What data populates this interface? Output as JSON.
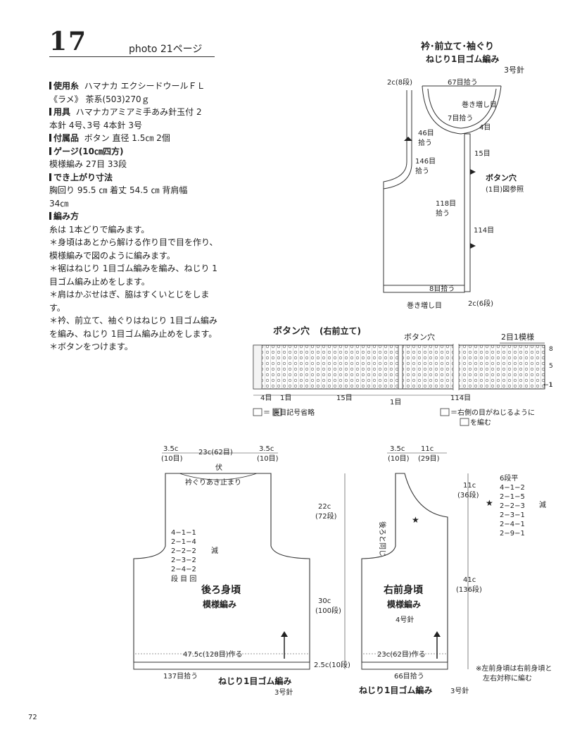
{
  "header": {
    "number": "17",
    "photo": "photo",
    "page_ref": "21ページ"
  },
  "materials": {
    "yarn_label": "使用糸",
    "yarn_text": "ハマナカ エクシードウールＦＬ",
    "yarn_text2": "《ラメ》 茶系(503)270ｇ",
    "tools_label": "用具",
    "tools_text": "ハマナカアミアミ手あみ針玉付 2",
    "tools_text2": "本針 4号､3号 4本針 3号",
    "acc_label": "付属品",
    "acc_text": "ボタン 直径 1.5㎝ 2個",
    "gauge_label": "ゲージ(10㎝四方)",
    "gauge_text": "模様編み 27目 33段",
    "size_label": "でき上がり寸法",
    "size_text": "胸回り 95.5 ㎝ 着丈 54.5 ㎝ 背肩幅",
    "size_text2": "34㎝",
    "method_label": "編み方",
    "method_lines": [
      "糸は 1本どりで編みます。",
      "＊身頃はあとから解ける作り目で目を作り、",
      "模様編みで図のように編みます。",
      "＊裾はねじり 1目ゴム編みを編み、ねじり 1",
      "目ゴム編み止めをします。",
      "＊肩はかぶせはぎ、脇はすくいとじをしま",
      "す。",
      "＊衿、前立て、袖ぐりはねじり 1目ゴム編み",
      "を編み、ねじり 1目ゴム編み止めをします。",
      "＊ボタンをつけます。"
    ]
  },
  "collar": {
    "title": "衿･前立て･袖ぐり",
    "subtitle": "ねじり1目ゴム編み",
    "needle": "3号針",
    "labels": {
      "c2_8": "2c(8段)",
      "pick67": "67目拾う",
      "cast_on": "巻き増し目",
      "pick7": "7目拾う",
      "m4": "4目",
      "m46a": "46目",
      "m46b": "拾う",
      "m146a": "146目",
      "m146b": "拾う",
      "m15": "15目",
      "btn_hole": "ボタン穴",
      "btn_ref": "(1目)図参照",
      "m118a": "118目",
      "m118b": "拾う",
      "m114": "114目",
      "pick8": "8目拾う",
      "cast_on2": "巻き増し目",
      "c2_6": "2c(6段)"
    }
  },
  "buttonhole": {
    "title": "ボタン穴",
    "title_paren": "(右前立て)",
    "btn_hole_label": "ボタン穴",
    "repeat_label": "2目1模様",
    "rows": [
      "8",
      "5",
      "1"
    ],
    "arrow_label": "←1",
    "bottom": [
      "4目",
      "1目",
      "15目",
      "1目",
      "114目"
    ],
    "legend_left": "＝ 裏目記号省略",
    "legend_right1": "＝右側の目がねじるように",
    "legend_right2": "を編む"
  },
  "back": {
    "top_left": "3.5c",
    "top_left2": "(10目)",
    "top_mid": "23c(62目)",
    "top_right": "3.5c",
    "top_right2": "(10目)",
    "fuse": "伏",
    "neck": "衿ぐりあき止まり",
    "decrease": [
      "4−1−1",
      "2−1−4",
      "2−2−2",
      "2−3−2",
      "2−4−2"
    ],
    "decrease_head": "段 目 回",
    "decrease_label": "減",
    "name": "後ろ身頃",
    "pattern": "模様編み",
    "cast": "47.5c(128目)作る",
    "pick": "137目拾う",
    "rib": "ねじり1目ゴム編み",
    "needle": "3号針",
    "h1": "22c",
    "h1b": "(72段)",
    "h2": "30c",
    "h2b": "(100段)",
    "h3": "2.5c(10段)"
  },
  "front": {
    "top_left": "3.5c",
    "top_left2": "(10目)",
    "top_right": "11c",
    "top_right2": "(29目)",
    "same": "後ろと同じ",
    "name": "右前身頃",
    "pattern": "模様編み",
    "needle4": "4号針",
    "cast": "23c(62目)作る",
    "pick": "66目拾う",
    "rib": "ねじり1目ゴム編み",
    "needle3": "3号針",
    "h1": "11c",
    "h1b": "(36段)",
    "h2": "41c",
    "h2b": "(136段)",
    "star_head": "6段平",
    "star_list": [
      "4−1−2",
      "2−1−5",
      "2−2−3",
      "2−3−1",
      "2−4−1",
      "2−9−1"
    ],
    "star_label": "減",
    "note1": "※左前身頃は右前身頃と",
    "note2": "左右対称に編む"
  },
  "page_number": "72"
}
